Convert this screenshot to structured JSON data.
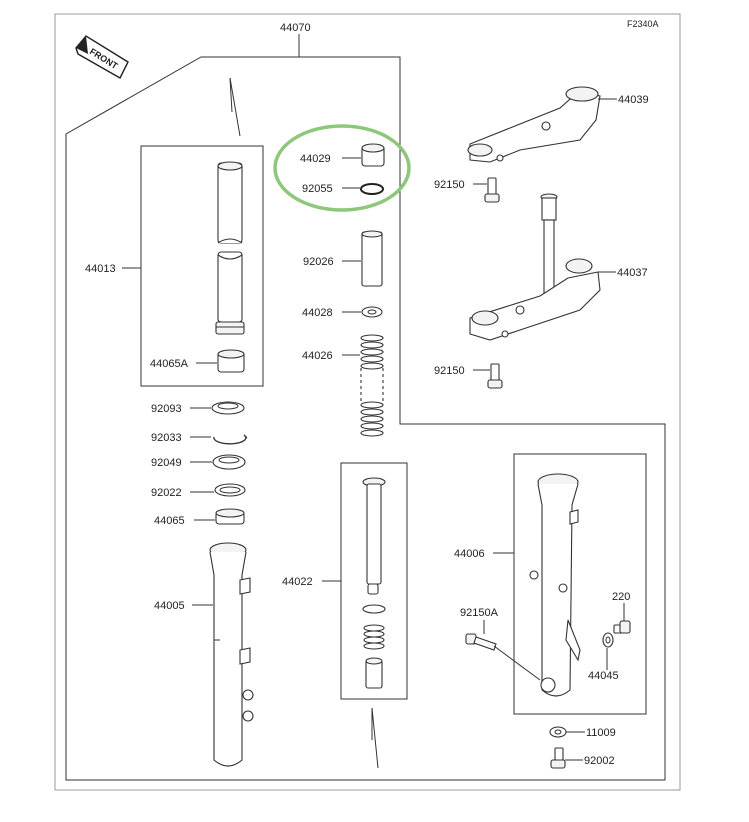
{
  "diagram": {
    "code": "F2340A",
    "front_label": "FRONT",
    "highlight_color": "#8dc77a",
    "labels": {
      "p44070": "44070",
      "p44039": "44039",
      "p44029": "44029",
      "p92055": "92055",
      "p92150a": "92150",
      "p44013": "44013",
      "p92026": "92026",
      "p44037": "44037",
      "p44028": "44028",
      "p44026": "44026",
      "p44065a": "44065A",
      "p92150b": "92150",
      "p92093": "92093",
      "p92033": "92033",
      "p92049": "92049",
      "p92022": "92022",
      "p44065": "44065",
      "p44006": "44006",
      "p44022": "44022",
      "p44005": "44005",
      "p220": "220",
      "p92150A": "92150A",
      "p44045": "44045",
      "p11009": "11009",
      "p92002": "92002"
    }
  }
}
